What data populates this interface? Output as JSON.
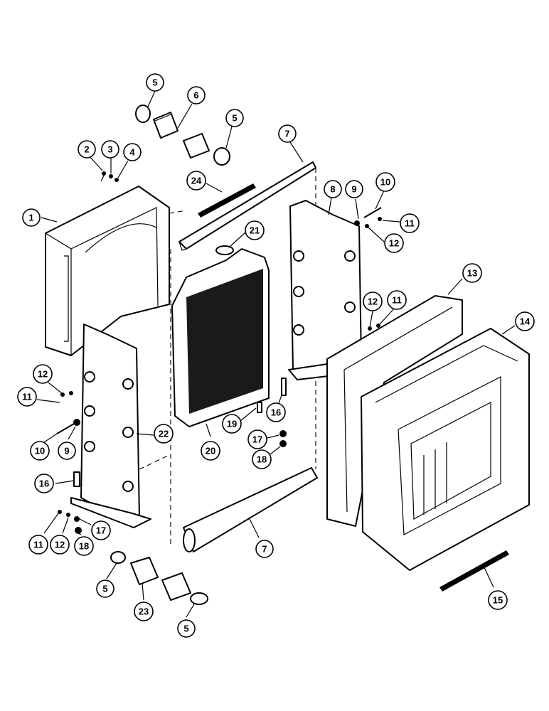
{
  "diagram": {
    "callouts": [
      {
        "id": "c-5a",
        "label": "5"
      },
      {
        "id": "c-6",
        "label": "6"
      },
      {
        "id": "c-5b",
        "label": "5"
      },
      {
        "id": "c-2",
        "label": "2"
      },
      {
        "id": "c-3",
        "label": "3"
      },
      {
        "id": "c-4",
        "label": "4"
      },
      {
        "id": "c-7a",
        "label": "7"
      },
      {
        "id": "c-24",
        "label": "24"
      },
      {
        "id": "c-1",
        "label": "1"
      },
      {
        "id": "c-8",
        "label": "8"
      },
      {
        "id": "c-9a",
        "label": "9"
      },
      {
        "id": "c-10a",
        "label": "10"
      },
      {
        "id": "c-11a",
        "label": "11"
      },
      {
        "id": "c-12a",
        "label": "12"
      },
      {
        "id": "c-21",
        "label": "21"
      },
      {
        "id": "c-13",
        "label": "13"
      },
      {
        "id": "c-12b",
        "label": "12"
      },
      {
        "id": "c-11b",
        "label": "11"
      },
      {
        "id": "c-14",
        "label": "14"
      },
      {
        "id": "c-12c",
        "label": "12"
      },
      {
        "id": "c-11c",
        "label": "11"
      },
      {
        "id": "c-22",
        "label": "22"
      },
      {
        "id": "c-19",
        "label": "19"
      },
      {
        "id": "c-16a",
        "label": "16"
      },
      {
        "id": "c-20",
        "label": "20"
      },
      {
        "id": "c-10b",
        "label": "10"
      },
      {
        "id": "c-9b",
        "label": "9"
      },
      {
        "id": "c-17a",
        "label": "17"
      },
      {
        "id": "c-18a",
        "label": "18"
      },
      {
        "id": "c-16b",
        "label": "16"
      },
      {
        "id": "c-7b",
        "label": "7"
      },
      {
        "id": "c-17b",
        "label": "17"
      },
      {
        "id": "c-11d",
        "label": "11"
      },
      {
        "id": "c-12d",
        "label": "12"
      },
      {
        "id": "c-18b",
        "label": "18"
      },
      {
        "id": "c-5c",
        "label": "5"
      },
      {
        "id": "c-23",
        "label": "23"
      },
      {
        "id": "c-5d",
        "label": "5"
      },
      {
        "id": "c-15",
        "label": "15"
      }
    ]
  }
}
